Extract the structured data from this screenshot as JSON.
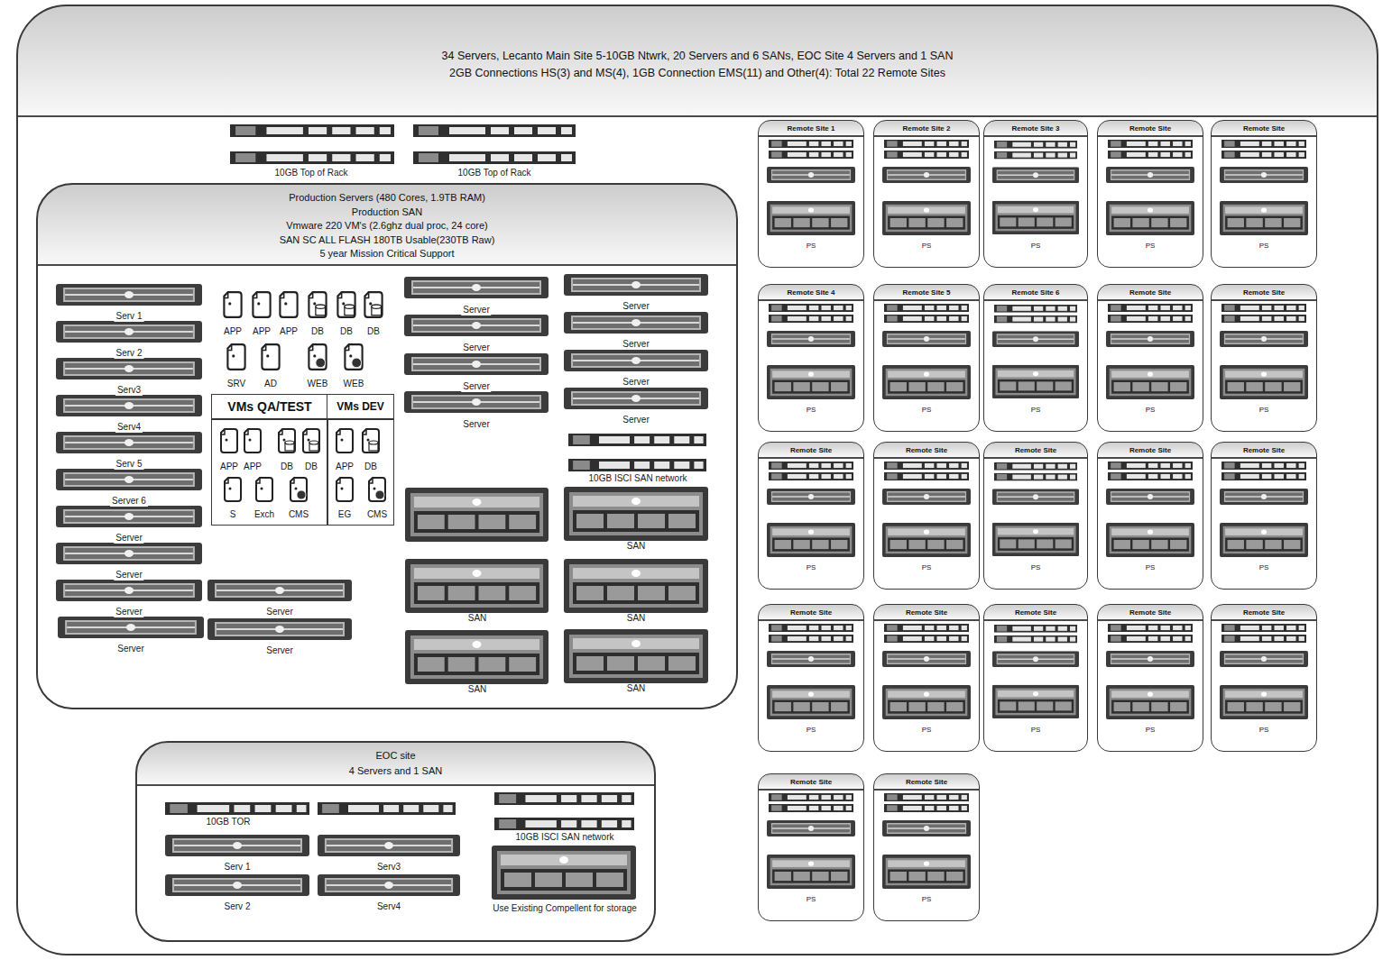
{
  "diagram": {
    "nodes": [
      {
        "text": [
          "34 Servers, Lecanto Main Site 5-10GB Ntwrk, 20 Servers and 6 SANs, EOC Site 4 Servers and 1 SAN",
          "2GB Connections HS(3) and MS(4), 1GB Connection EMS(11) and Other(4): Total 22 Remote Sites"
        ]
      },
      {
        "text": [
          "Production Servers (480 Cores, 1.9TB RAM)",
          "Production SAN",
          "Vmware 220 VM's (2.6ghz dual proc, 24 core)",
          "SAN SC ALL FLASH 180TB Usable(230TB Raw)",
          "5 year Mission Critical Support"
        ],
        "in": 0
      },
      {
        "text": [
          "VMs QA/TEST"
        ],
        "in": 1
      },
      {
        "text": [
          "VMs DEV"
        ],
        "in": 1
      },
      {
        "text": [
          "EOC site",
          "4 Servers and 1 SAN"
        ],
        "in": 0
      },
      {
        "text": [
          "Remote Site 1",
          "PS"
        ],
        "in": 0
      },
      {
        "text": [
          "Remote Site 2",
          "PS"
        ],
        "in": 0
      },
      {
        "text": [
          "Remote Site 3",
          "PS"
        ],
        "in": 0
      },
      {
        "text": [
          "Remote Site",
          "PS"
        ],
        "in": 0
      },
      {
        "text": [
          "Remote Site",
          "PS"
        ],
        "in": 0
      },
      {
        "text": [
          "Remote Site 4",
          "PS"
        ],
        "in": 0
      },
      {
        "text": [
          "Remote Site 5",
          "PS"
        ],
        "in": 0
      },
      {
        "text": [
          "Remote Site 6",
          "PS"
        ],
        "in": 0
      },
      {
        "text": [
          "Remote Site",
          "PS"
        ],
        "in": 0
      },
      {
        "text": [
          "Remote Site",
          "PS"
        ],
        "in": 0
      },
      {
        "text": [
          "Remote Site",
          "PS"
        ],
        "in": 0
      },
      {
        "text": [
          "Remote Site",
          "PS"
        ],
        "in": 0
      },
      {
        "text": [
          "Remote Site",
          "PS"
        ],
        "in": 0
      },
      {
        "text": [
          "Remote Site",
          "PS"
        ],
        "in": 0
      },
      {
        "text": [
          "Remote Site",
          "PS"
        ],
        "in": 0
      },
      {
        "text": [
          "Remote Site",
          "PS"
        ],
        "in": 0
      },
      {
        "text": [
          "Remote Site",
          "PS"
        ],
        "in": 0
      },
      {
        "text": [
          "Remote Site",
          "PS"
        ],
        "in": 0
      },
      {
        "text": [
          "Remote Site",
          "PS"
        ],
        "in": 0
      },
      {
        "text": [
          "Remote Site",
          "PS"
        ],
        "in": 0
      },
      {
        "text": [
          "Remote Site",
          "PS"
        ],
        "in": 0
      },
      {
        "text": [
          "Remote Site",
          "PS"
        ],
        "in": 0
      }
    ],
    "labels": [
      "10GB Top of Rack",
      "10GB Top of Rack",
      "APP",
      "APP",
      "APP",
      "DB",
      "DB",
      "DB",
      "SRV",
      "AD",
      "WEB",
      "WEB",
      "APP",
      "APP",
      "DB",
      "DB",
      "S",
      "Exch",
      "CMS",
      "APP",
      "DB",
      "EG",
      "CMS",
      "Serv 1",
      "Serv 2",
      "Serv3",
      "Serv4",
      "Serv 5",
      "Server 6",
      "Server",
      "Server",
      "Server",
      "Server",
      "Server",
      "Server",
      "Server",
      "Server",
      "Server",
      "Server",
      "Server",
      "Server",
      "Server",
      "Server",
      "10GB ISCI SAN network",
      "SAN",
      "SAN",
      "SAN",
      "SAN",
      "SAN",
      "10GB TOR",
      "Serv 1",
      "Serv3",
      "Serv 2",
      "Serv4",
      "10GB ISCI SAN network",
      "Use Existing Compellent for storage"
    ]
  }
}
